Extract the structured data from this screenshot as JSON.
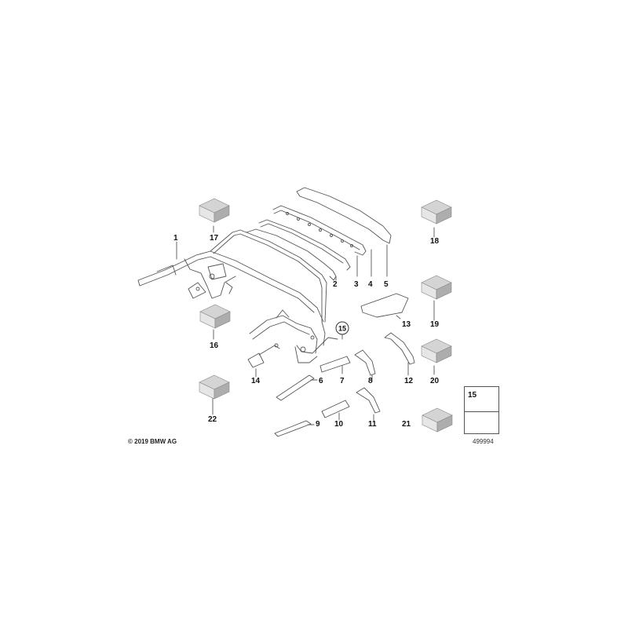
{
  "diagram": {
    "callouts": [
      "1",
      "2",
      "3",
      "4",
      "5",
      "6",
      "7",
      "8",
      "9",
      "10",
      "11",
      "12",
      "13",
      "14",
      "15",
      "16",
      "17",
      "18",
      "19",
      "20",
      "21",
      "22"
    ],
    "circled_callout": "15",
    "legend_number": "15",
    "copyright": "© 2019 BMW AG",
    "reference_number": "499994"
  },
  "colors": {
    "line": "#555555",
    "box_top": "#cfcfcf",
    "box_left": "#e4e4e4",
    "box_right": "#a9a9a9",
    "arrow_fill": "#e6e6e6"
  }
}
